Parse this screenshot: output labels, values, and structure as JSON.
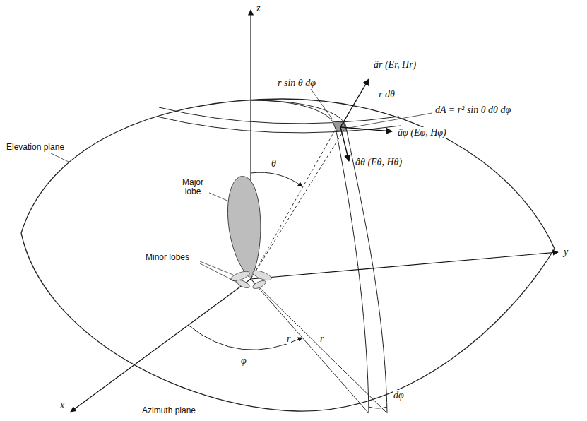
{
  "diagram": {
    "labels": [
      "z",
      "r sin θ dφ",
      "âr (Er, Hr)",
      "r dθ",
      "âφ (Eφ, Hφ)",
      "dA = r² sin θ dθ dφ",
      "θ",
      "âθ (Eθ, Hθ)",
      "Elevation plane",
      "Major lobe",
      "Minor lobes",
      "y",
      "r",
      "r",
      "φ",
      "dφ",
      "Azimuth plane",
      "x"
    ]
  }
}
